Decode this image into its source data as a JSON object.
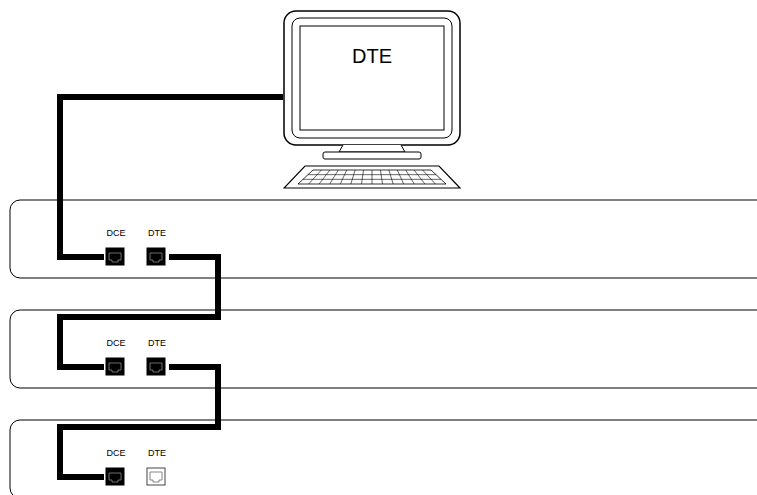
{
  "diagram": {
    "nodes": [
      {
        "text": [
          "DTE"
        ]
      },
      {
        "text": [
          "DCE"
        ]
      },
      {
        "text": [
          "DTE"
        ]
      },
      {
        "text": [
          "DCE"
        ]
      },
      {
        "text": [
          "DTE"
        ]
      },
      {
        "text": [
          "DCE"
        ]
      },
      {
        "text": [
          "DTE"
        ]
      }
    ],
    "edges": [
      {
        "from": 0,
        "to": 1,
        "arrow": "none"
      },
      {
        "from": 2,
        "to": 3,
        "arrow": "none"
      },
      {
        "from": 4,
        "to": 5,
        "arrow": "none"
      }
    ]
  }
}
